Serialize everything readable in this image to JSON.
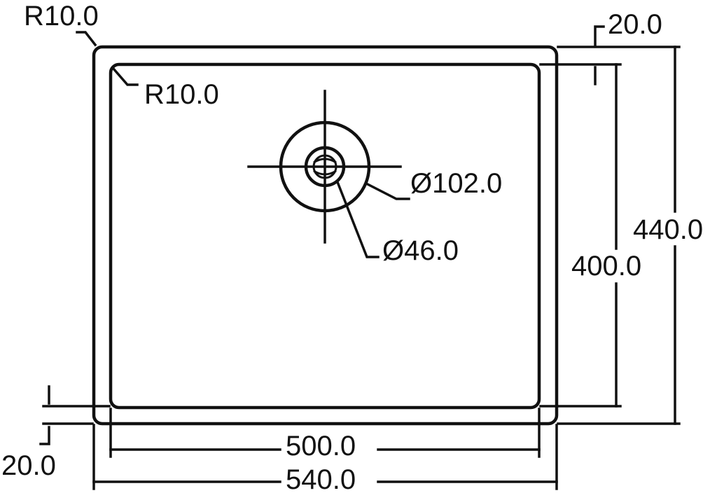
{
  "diagram": {
    "outer_corner_radius": "R10.0",
    "inner_corner_radius": "R10.0",
    "rim_top": "20.0",
    "rim_bottom": "20.0",
    "drain_outer_diameter": "Ø102.0",
    "drain_inner_diameter": "Ø46.0",
    "inner_height": "400.0",
    "outer_height": "440.0",
    "inner_width": "500.0",
    "outer_width": "540.0"
  },
  "colors": {
    "line": "#111111",
    "background": "#ffffff"
  }
}
